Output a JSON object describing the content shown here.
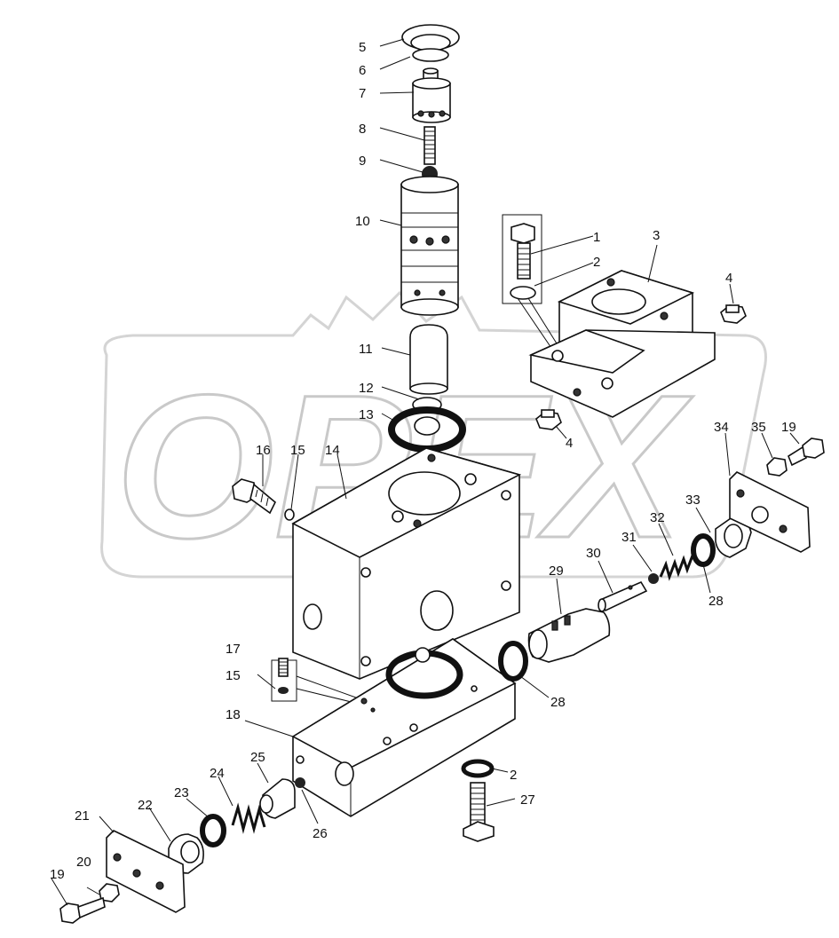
{
  "watermark": {
    "text": "OPEX"
  },
  "callouts": [
    {
      "id": "c1",
      "label": "1"
    },
    {
      "id": "c2a",
      "label": "2"
    },
    {
      "id": "c3",
      "label": "3"
    },
    {
      "id": "c4a",
      "label": "4"
    },
    {
      "id": "c4b",
      "label": "4"
    },
    {
      "id": "c5",
      "label": "5"
    },
    {
      "id": "c6",
      "label": "6"
    },
    {
      "id": "c7",
      "label": "7"
    },
    {
      "id": "c8",
      "label": "8"
    },
    {
      "id": "c9",
      "label": "9"
    },
    {
      "id": "c10",
      "label": "10"
    },
    {
      "id": "c11",
      "label": "11"
    },
    {
      "id": "c12",
      "label": "12"
    },
    {
      "id": "c13",
      "label": "13"
    },
    {
      "id": "c14",
      "label": "14"
    },
    {
      "id": "c15a",
      "label": "15"
    },
    {
      "id": "c15b",
      "label": "15"
    },
    {
      "id": "c16",
      "label": "16"
    },
    {
      "id": "c17",
      "label": "17"
    },
    {
      "id": "c18",
      "label": "18"
    },
    {
      "id": "c19a",
      "label": "19"
    },
    {
      "id": "c19b",
      "label": "19"
    },
    {
      "id": "c20",
      "label": "20"
    },
    {
      "id": "c21",
      "label": "21"
    },
    {
      "id": "c22",
      "label": "22"
    },
    {
      "id": "c23",
      "label": "23"
    },
    {
      "id": "c24",
      "label": "24"
    },
    {
      "id": "c25",
      "label": "25"
    },
    {
      "id": "c26",
      "label": "26"
    },
    {
      "id": "c2b",
      "label": "2"
    },
    {
      "id": "c27",
      "label": "27"
    },
    {
      "id": "c28a",
      "label": "28"
    },
    {
      "id": "c28b",
      "label": "28"
    },
    {
      "id": "c29",
      "label": "29"
    },
    {
      "id": "c30",
      "label": "30"
    },
    {
      "id": "c31",
      "label": "31"
    },
    {
      "id": "c32",
      "label": "32"
    },
    {
      "id": "c33",
      "label": "33"
    },
    {
      "id": "c34",
      "label": "34"
    },
    {
      "id": "c35",
      "label": "35"
    }
  ]
}
